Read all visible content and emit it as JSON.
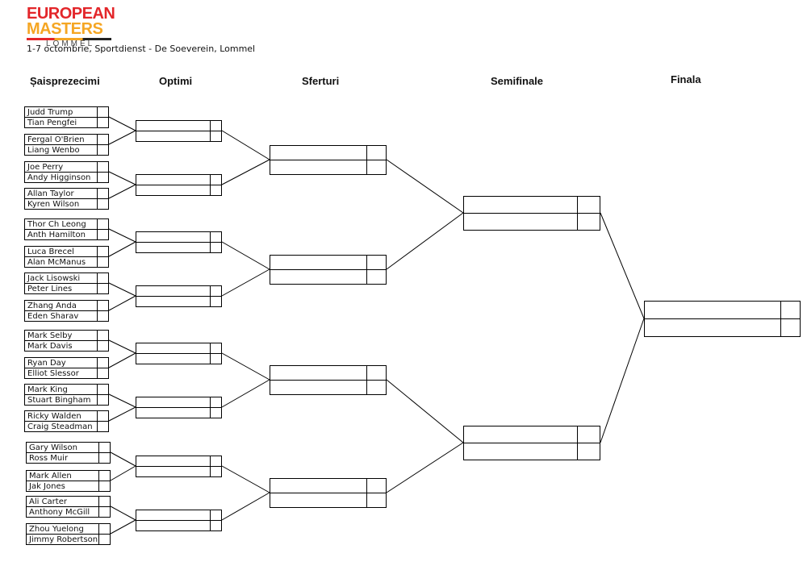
{
  "header": {
    "logo_line1": "EUROPEAN",
    "logo_line2": "MASTERS",
    "logo_line3": "LOMMEL",
    "subtitle": "1-7 octombrie, Sportdienst - De Soeverein, Lommel"
  },
  "rounds": {
    "r1": "Șaisprezecimi",
    "r2": "Optimi",
    "r3": "Sferturi",
    "r4": "Semifinale",
    "r5": "Finala"
  },
  "players": [
    "Judd Trump",
    "Tian Pengfei",
    "Fergal O'Brien",
    "Liang Wenbo",
    "Joe Perry",
    "Andy Higginson",
    "Allan Taylor",
    "Kyren Wilson",
    "Thor Ch Leong",
    "Anth Hamilton",
    "Luca Brecel",
    "Alan McManus",
    "Jack Lisowski",
    "Peter Lines",
    "Zhang Anda",
    "Eden Sharav",
    "Mark Selby",
    "Mark Davis",
    "Ryan Day",
    "Elliot Slessor",
    "Mark King",
    "Stuart Bingham",
    "Ricky Walden",
    "Craig Steadman",
    "Gary Wilson",
    "Ross Muir",
    "Mark Allen",
    "Jak Jones",
    "Ali Carter",
    "Anthony McGill",
    "Zhou Yuelong",
    "Jimmy Robertson"
  ]
}
